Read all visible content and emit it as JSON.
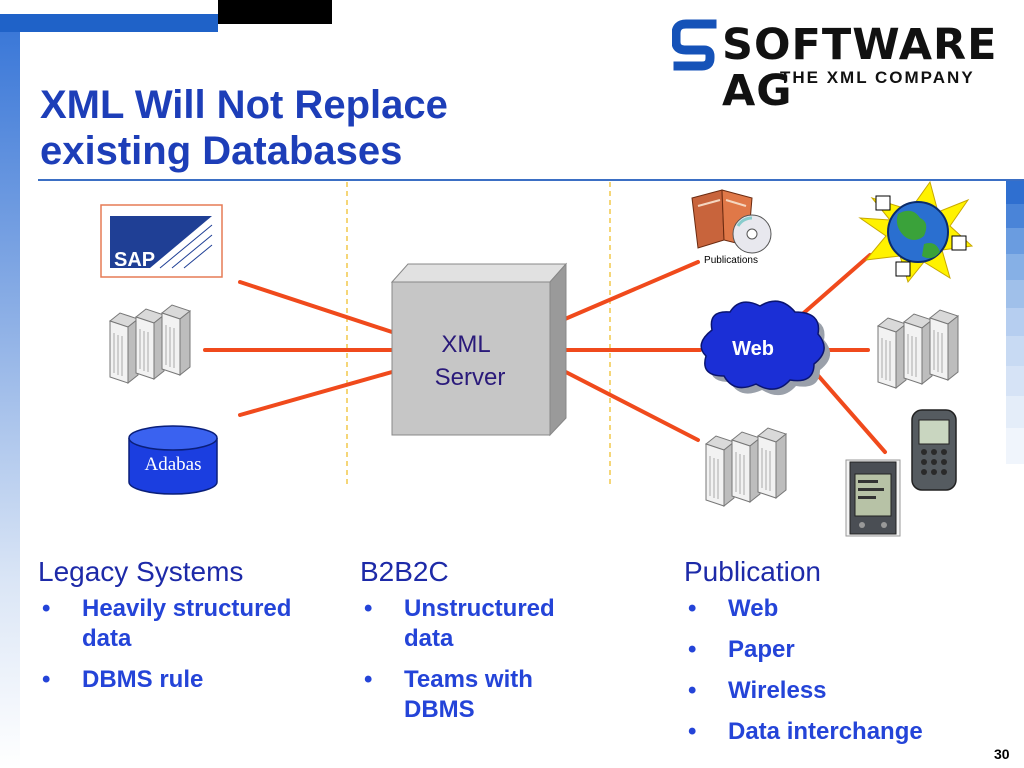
{
  "slide": {
    "title_line1": "XML Will Not Replace",
    "title_line2": "existing Databases",
    "page_number": "30"
  },
  "logo": {
    "wordmark": "SOFTWARE AG",
    "tagline": "THE XML COMPANY"
  },
  "diagram": {
    "sap_label": "SAP",
    "adabas_label": "Adabas",
    "server_line1": "XML",
    "server_line2": "Server",
    "web_label": "Web",
    "publications_label": "Publications"
  },
  "columns": [
    {
      "heading": "Legacy Systems",
      "items": [
        "Heavily structured data",
        "DBMS rule"
      ]
    },
    {
      "heading": "B2B2C",
      "items": [
        "Unstructured data",
        "Teams with DBMS"
      ]
    },
    {
      "heading": "Publication",
      "items": [
        "Web",
        "Paper",
        "Wireless",
        "Data interchange"
      ]
    }
  ],
  "colors": {
    "title": "#1d3eb8",
    "bullet_text": "#2444d8",
    "connector": "#f04a1c",
    "accent_blue": "#1f62c8"
  },
  "bullet_glyph": "•"
}
